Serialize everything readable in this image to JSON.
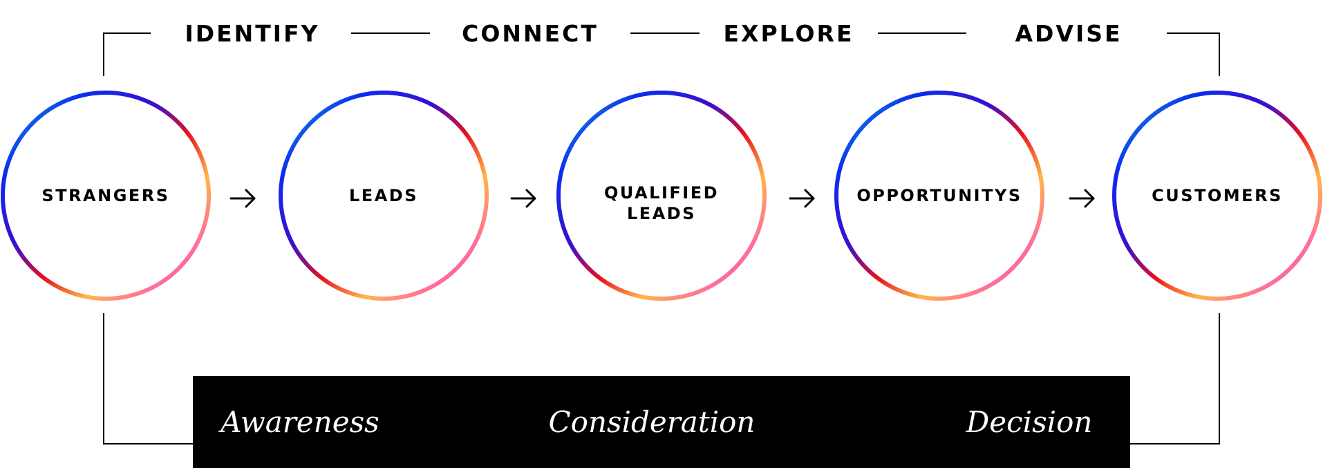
{
  "stages": [
    "IDENTIFY",
    "CONNECT",
    "EXPLORE",
    "ADVISE"
  ],
  "nodes": [
    {
      "lines": [
        "STRANGERS"
      ]
    },
    {
      "lines": [
        "LEADS"
      ]
    },
    {
      "lines": [
        "QUALIFIED",
        "LEADS"
      ]
    },
    {
      "lines": [
        "OPPORTUNITYS"
      ]
    },
    {
      "lines": [
        "CUSTOMERS"
      ]
    }
  ],
  "phases": [
    "Awareness",
    "Consideration",
    "Decision"
  ],
  "colors": {
    "gradient": [
      "#1fc8d8",
      "#0a2cf0",
      "#3a0fcf",
      "#e8101e",
      "#ffb64a",
      "#ff6aa0",
      "#ff22e6"
    ],
    "phase_bar": "#000000",
    "line": "#000000"
  }
}
